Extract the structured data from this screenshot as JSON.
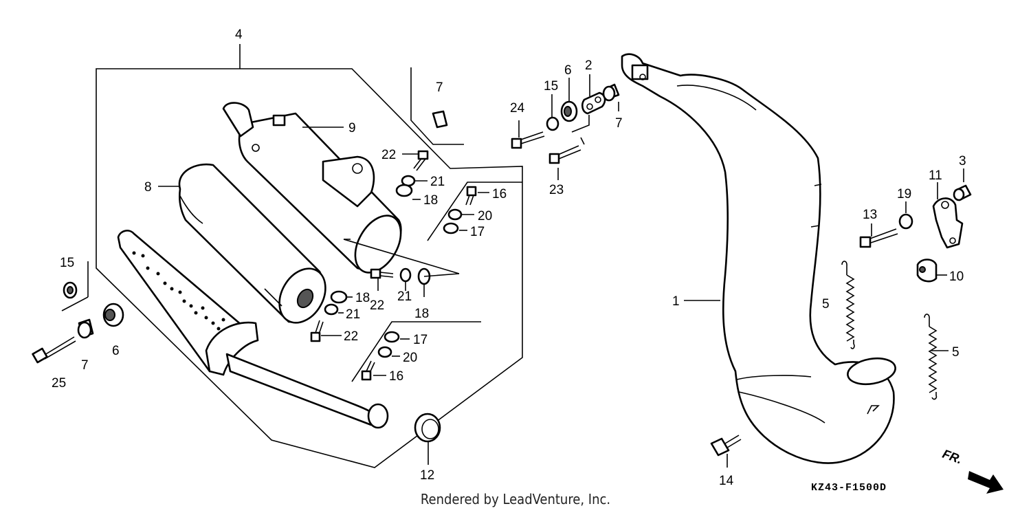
{
  "diagram": {
    "callouts": [
      {
        "id": "c1",
        "text": "1"
      },
      {
        "id": "c2",
        "text": "2"
      },
      {
        "id": "c3",
        "text": "3"
      },
      {
        "id": "c4",
        "text": "4"
      },
      {
        "id": "c5a",
        "text": "5"
      },
      {
        "id": "c5b",
        "text": "5"
      },
      {
        "id": "c6a",
        "text": "6"
      },
      {
        "id": "c6b",
        "text": "6"
      },
      {
        "id": "c7a",
        "text": "7"
      },
      {
        "id": "c7b",
        "text": "7"
      },
      {
        "id": "c7c",
        "text": "7"
      },
      {
        "id": "c8",
        "text": "8"
      },
      {
        "id": "c9",
        "text": "9"
      },
      {
        "id": "c10",
        "text": "10"
      },
      {
        "id": "c11",
        "text": "11"
      },
      {
        "id": "c12",
        "text": "12"
      },
      {
        "id": "c13",
        "text": "13"
      },
      {
        "id": "c14",
        "text": "14"
      },
      {
        "id": "c15a",
        "text": "15"
      },
      {
        "id": "c15b",
        "text": "15"
      },
      {
        "id": "c16a",
        "text": "16"
      },
      {
        "id": "c16b",
        "text": "16"
      },
      {
        "id": "c17a",
        "text": "17"
      },
      {
        "id": "c17b",
        "text": "17"
      },
      {
        "id": "c18a",
        "text": "18"
      },
      {
        "id": "c18b",
        "text": "18"
      },
      {
        "id": "c18c",
        "text": "18"
      },
      {
        "id": "c19",
        "text": "19"
      },
      {
        "id": "c20a",
        "text": "20"
      },
      {
        "id": "c20b",
        "text": "20"
      },
      {
        "id": "c21a",
        "text": "21"
      },
      {
        "id": "c21b",
        "text": "21"
      },
      {
        "id": "c21c",
        "text": "21"
      },
      {
        "id": "c22a",
        "text": "22"
      },
      {
        "id": "c22b",
        "text": "22"
      },
      {
        "id": "c22c",
        "text": "22"
      },
      {
        "id": "c23",
        "text": "23"
      },
      {
        "id": "c24",
        "text": "24"
      },
      {
        "id": "c25",
        "text": "25"
      }
    ],
    "diagram_code": "KZ43-F1500D",
    "front_marker": "FR.",
    "footer": "Rendered by LeadVenture, Inc."
  }
}
